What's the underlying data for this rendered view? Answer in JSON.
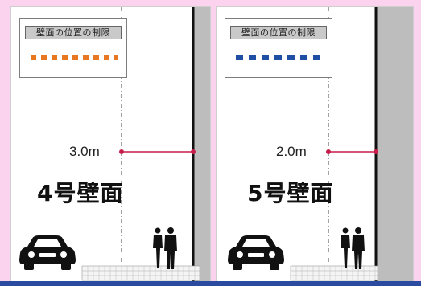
{
  "panels": [
    {
      "legend_title": "壁面の位置の制限",
      "legend_color": "#e87722",
      "distance_label": "3.0m",
      "wall_name": "4号壁面",
      "measure_line_color": "#c81d4a"
    },
    {
      "legend_title": "壁面の位置の制限",
      "legend_color": "#1f4fa5",
      "distance_label": "2.0m",
      "wall_name": "5号壁面",
      "measure_line_color": "#c81d4a"
    }
  ],
  "colors": {
    "background": "#fbd3ef",
    "building": "#bdbdbd",
    "bottom_bar": "#2b4ba0"
  },
  "icons": [
    "car-icon",
    "pedestrians-icon",
    "sidewalk-paving"
  ]
}
